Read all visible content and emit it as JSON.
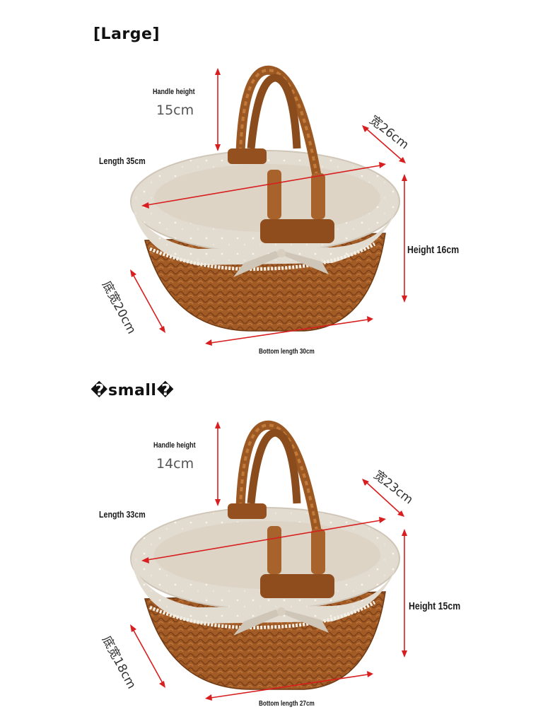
{
  "large": {
    "title": "[Large]",
    "handle_height_label": "Handle height",
    "handle_height_value": "15cm",
    "width_label": "宽26cm",
    "length_label": "Length 35cm",
    "height_label": "Height 16cm",
    "bottom_width_label": "底宽20cm",
    "bottom_length_label": "Bottom length 30cm"
  },
  "small": {
    "title": "�small�",
    "handle_height_label": "Handle height",
    "handle_height_value": "14cm",
    "width_label": "宽23cm",
    "length_label": "Length 33cm",
    "height_label": "Height 15cm",
    "bottom_width_label": "底宽18cm",
    "bottom_length_label": "Bottom length 27cm"
  },
  "colors": {
    "arrow": "#d81e1e",
    "wicker": "#a8602a",
    "wicker_dark": "#7a4018",
    "liner": "#e4ddd2"
  }
}
